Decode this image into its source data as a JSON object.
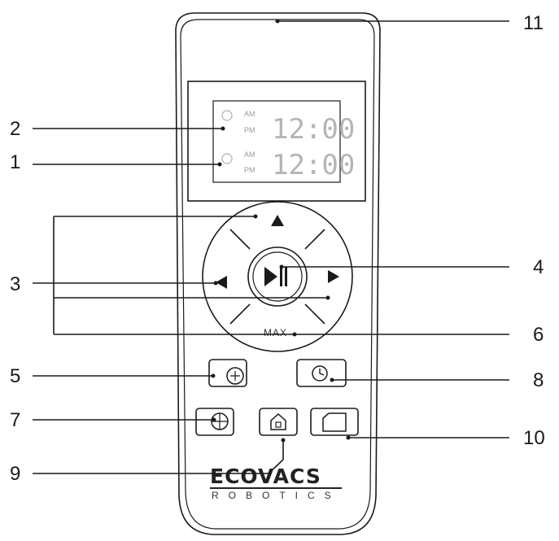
{
  "callouts": [
    "1",
    "2",
    "3",
    "4",
    "5",
    "6",
    "7",
    "8",
    "9",
    "10",
    "11"
  ],
  "display": {
    "row1": {
      "am": "AM",
      "pm": "PM",
      "time": "12:00"
    },
    "row2": {
      "am": "AM",
      "pm": "PM",
      "time": "12:00"
    }
  },
  "buttons": {
    "max_label": "MAX"
  },
  "brand": {
    "name": "ECOVACS",
    "sub": "ROBOTICS"
  },
  "icons": [
    "up-arrow-icon",
    "left-arrow-icon",
    "right-arrow-icon",
    "play-pause-icon",
    "spot-clean-icon",
    "clock-icon",
    "target-icon",
    "home-icon",
    "edge-clean-icon"
  ]
}
